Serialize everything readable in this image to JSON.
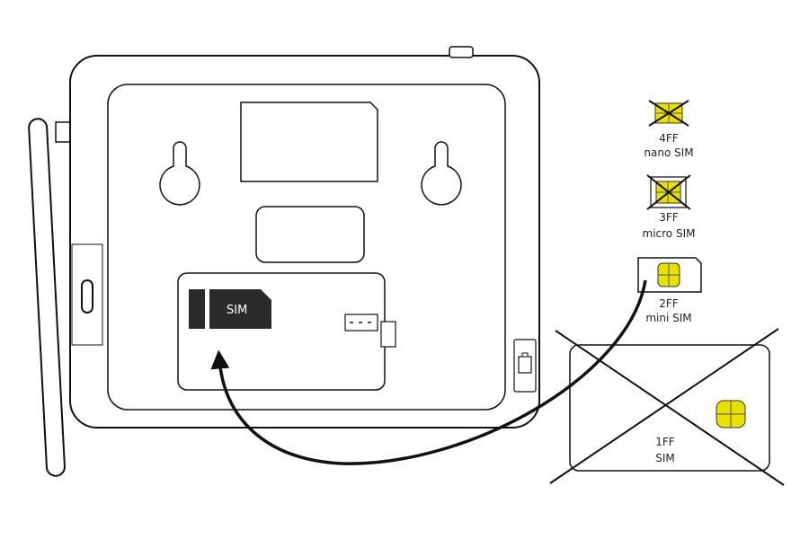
{
  "slot_label": "SIM",
  "sim_cards": [
    {
      "size": "4FF",
      "name": "nano SIM",
      "accepted": false
    },
    {
      "size": "3FF",
      "name": "micro SIM",
      "accepted": false
    },
    {
      "size": "2FF",
      "name": "mini SIM",
      "accepted": true
    },
    {
      "size": "1FF",
      "name": "SIM",
      "accepted": false
    }
  ],
  "colors": {
    "chip": "#e8e000",
    "outline": "#111111",
    "device_fill": "#ffffff",
    "slot_dark": "#2b2b2b"
  }
}
